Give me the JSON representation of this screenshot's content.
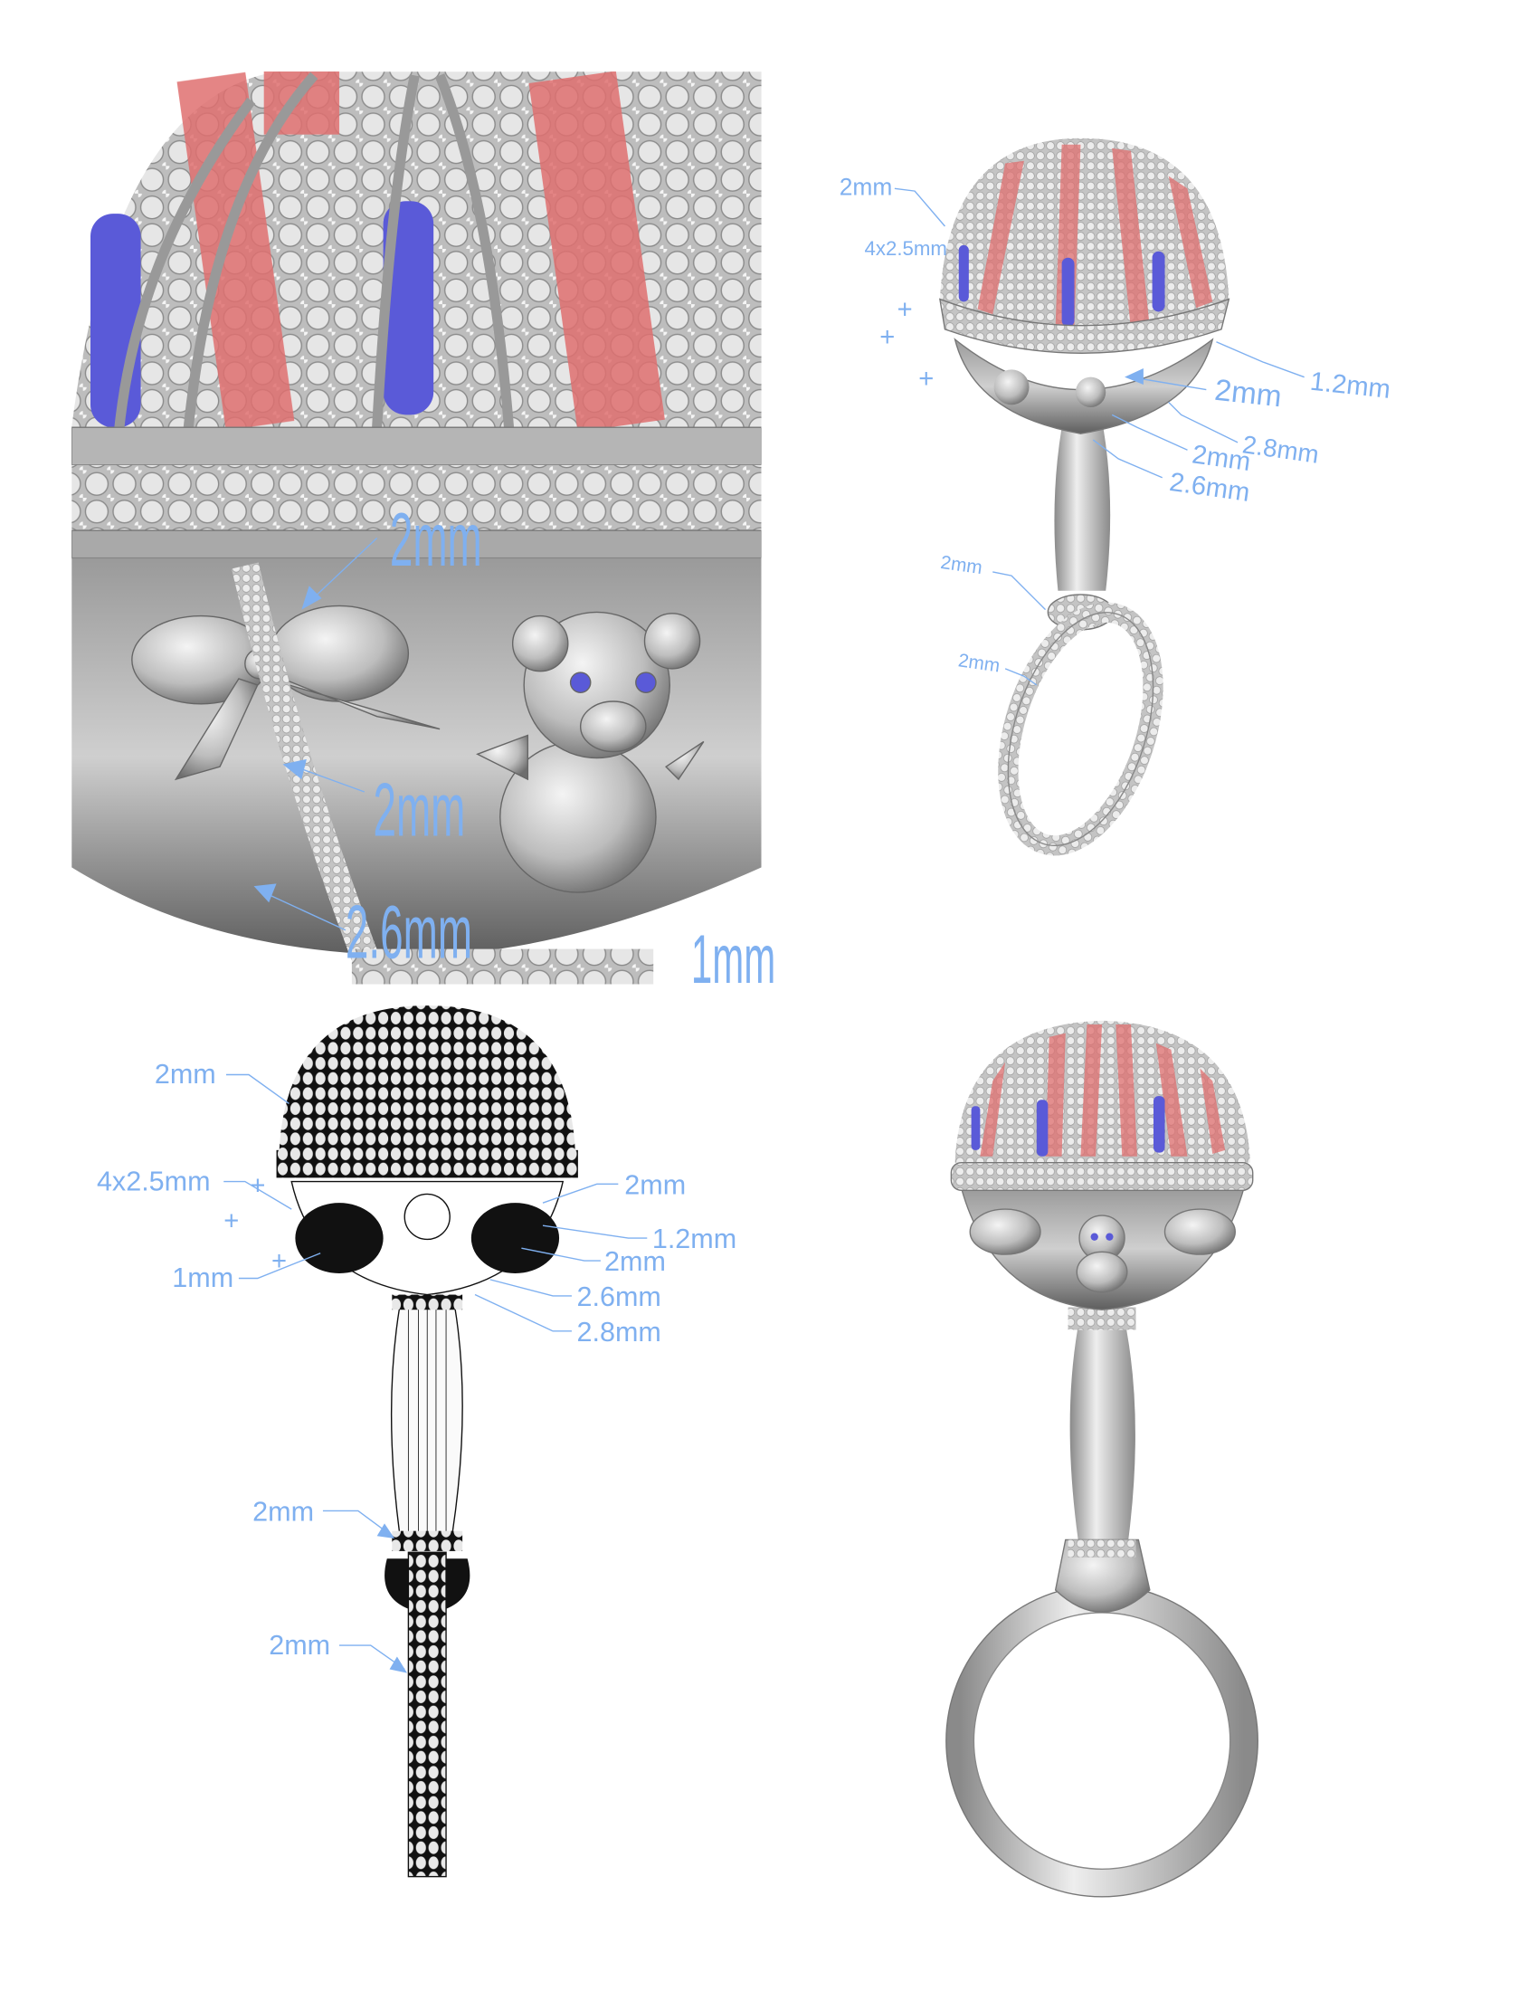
{
  "colors": {
    "annotation": "#7fb0f0",
    "metal": "#c8c8c8",
    "ruby": "#e07070",
    "sapphire": "#5a5ad8",
    "background": "#ffffff"
  },
  "closeup": {
    "labels": [
      "2mm",
      "2mm",
      "2.6mm",
      "1mm"
    ]
  },
  "perspective": {
    "labels": [
      "2mm",
      "4x2.5mm",
      "2mm",
      "1.2mm",
      "2.8mm",
      "2mm",
      "2.6mm",
      "2mm",
      "2mm"
    ]
  },
  "wireframe": {
    "labels": [
      "2mm",
      "4x2.5mm",
      "1mm",
      "2mm",
      "1.2mm",
      "2mm",
      "2.6mm",
      "2.8mm",
      "2mm",
      "2mm"
    ]
  }
}
